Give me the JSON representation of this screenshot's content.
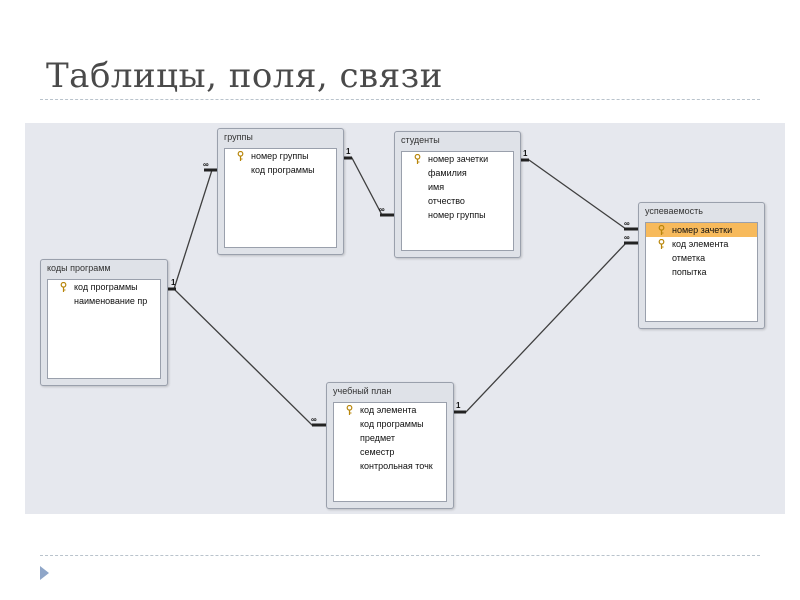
{
  "title": "Таблицы, поля, связи",
  "tables": {
    "kody": {
      "name": "коды программ",
      "fields": [
        "код программы",
        "наименование пр"
      ]
    },
    "gruppy": {
      "name": "группы",
      "fields": [
        "номер группы",
        "код программы"
      ]
    },
    "studenty": {
      "name": "студенты",
      "fields": [
        "номер зачетки",
        "фамилия",
        "имя",
        "отчество",
        "номер группы"
      ]
    },
    "uspev": {
      "name": "успеваемость",
      "fields": [
        "номер зачетки",
        "код элемента",
        "отметка",
        "попытка"
      ]
    },
    "plan": {
      "name": "учебный план",
      "fields": [
        "код элемента",
        "код программы",
        "предмет",
        "семестр",
        "контрольная точк"
      ]
    }
  },
  "relations": {
    "one_symbol": "1",
    "many_symbol": "∞"
  }
}
